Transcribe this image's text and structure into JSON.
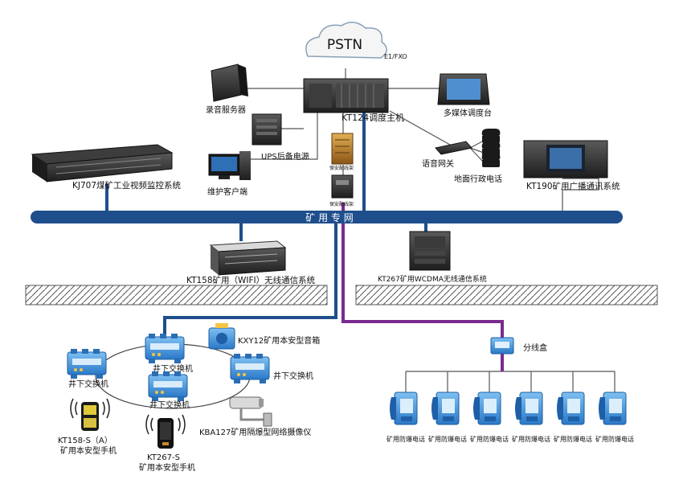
{
  "pstn": {
    "label": "PSTN",
    "link": "E1/FXO"
  },
  "dispatcher": {
    "label": "KT124调度主机"
  },
  "recorder": {
    "label": "录音服务器"
  },
  "ups": {
    "label": "UPS后备电源"
  },
  "client": {
    "label": "维护客户端"
  },
  "multimedia": {
    "label": "多媒体调度台"
  },
  "voice_gateway": {
    "label": "语音网关"
  },
  "surface_phone": {
    "label": "地面行政电话"
  },
  "kj707": {
    "label": "KJ707煤矿工业视频监控系统"
  },
  "kt190": {
    "label": "KT190矿用广播通讯系统"
  },
  "frame_top": {
    "label": "保安配线架"
  },
  "frame_bottom": {
    "label": "保安配线架"
  },
  "backbone": {
    "label": "矿 用 专 网"
  },
  "kt158": {
    "label": "KT158矿用（WIFI）无线通信系统"
  },
  "kt267": {
    "label": "KT267矿用WCDMA无线通信系统"
  },
  "speaker": {
    "label": "KXY12矿用本安型音箱"
  },
  "switches": {
    "top": "井下交换机",
    "left": "井下交换机",
    "right": "井下交换机",
    "bottom": "井下交换机"
  },
  "handset_a": {
    "line1": "KT158-S（A）",
    "line2": "矿用本安型手机"
  },
  "handset_b": {
    "line1": "KT267-S",
    "line2": "矿用本安型手机"
  },
  "camera": {
    "label": "KBA127矿用隔爆型网络摄像仪"
  },
  "junction": {
    "label": "分线盒"
  },
  "phones": [
    "矿用防爆电话",
    "矿用防爆电话",
    "矿用防爆电话",
    "矿用防爆电话",
    "矿用防爆电话",
    "矿用防爆电话"
  ],
  "colors": {
    "network": "#1f4e8c",
    "purple": "#7a2b8f",
    "line": "#555555",
    "device_dark": "#2d2d2d",
    "device_blue": "#3e8ed8"
  },
  "icons": [
    "cloud-icon",
    "server-icon",
    "monitor-icon",
    "phone-icon",
    "ups-icon",
    "camera-icon",
    "speaker-icon",
    "handset-icon",
    "switch-icon",
    "wifi-icon"
  ]
}
